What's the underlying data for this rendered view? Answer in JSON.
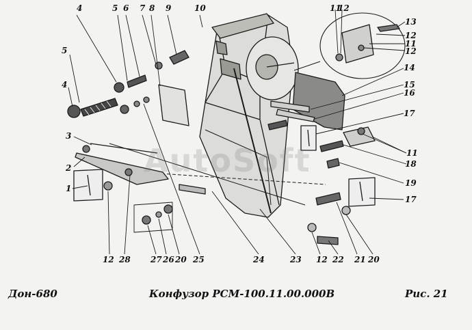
{
  "watermark": "AutoSoft",
  "caption": {
    "model": "Дон-680",
    "title": "Конфузор РСМ-100.11.00.000В",
    "figure": "Рис.  21"
  },
  "callouts": {
    "c1": "1",
    "c2": "2",
    "c3": "3",
    "c4a": "4",
    "c4b": "4",
    "c5a": "5",
    "c5b": "5",
    "c6": "6",
    "c7": "7",
    "c8": "8",
    "c9": "9",
    "c10": "10",
    "c11a": "11",
    "c11b": "11",
    "c11c": "11",
    "c12a": "12",
    "c12b": "12",
    "c12c": "12",
    "c12d": "12",
    "c12e": "12",
    "c13": "13",
    "c14": "14",
    "c15": "15",
    "c16": "16",
    "c17a": "17",
    "c17b": "17",
    "c18": "18",
    "c19": "19",
    "c20a": "20",
    "c20b": "20",
    "c21": "21",
    "c22": "22",
    "c23": "23",
    "c24": "24",
    "c25": "25",
    "c26": "26",
    "c27": "27",
    "c28": "28"
  }
}
